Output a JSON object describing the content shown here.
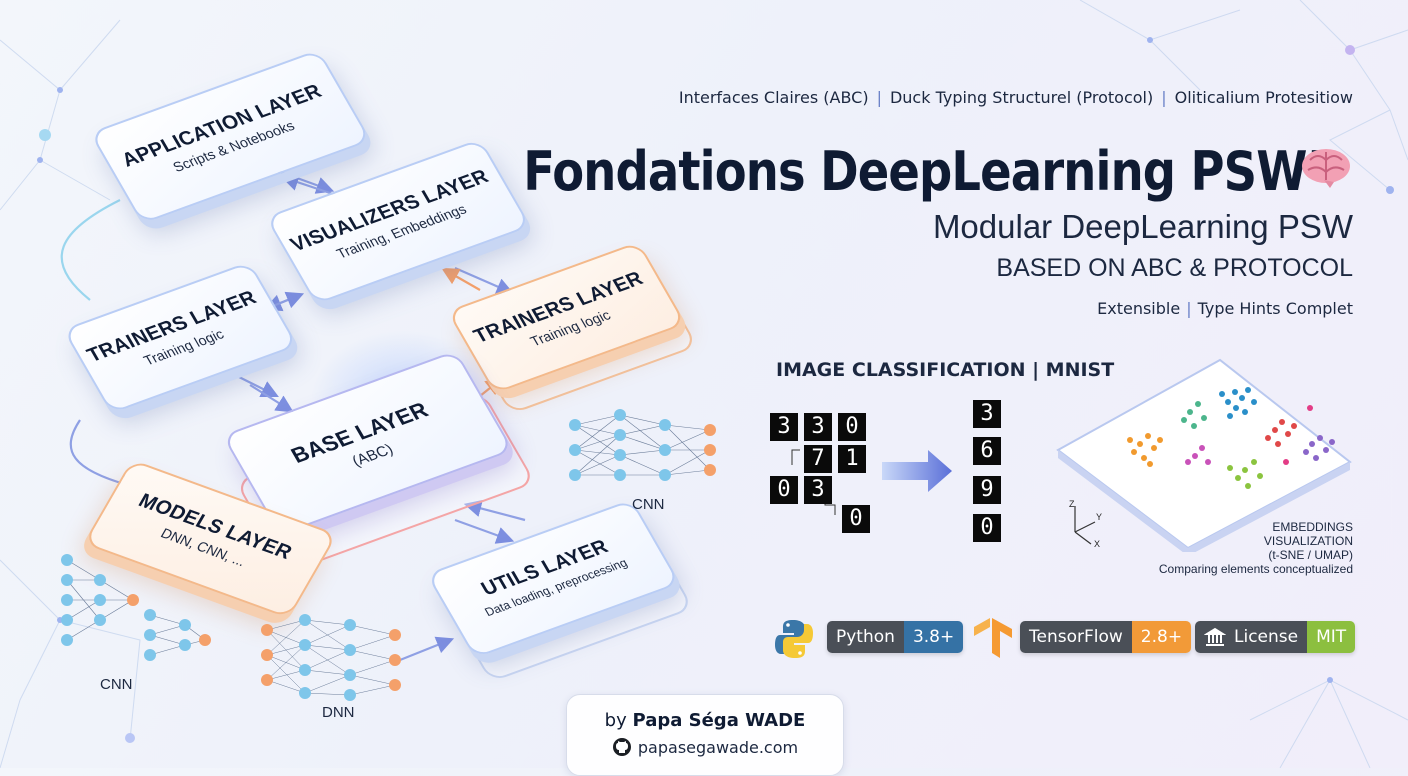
{
  "header": {
    "features_top": [
      "Interfaces Claires (ABC)",
      "Duck Typing Structurel (Protocol)",
      "Oliticalium Protesitiow"
    ],
    "title": "Fondations DeepLearning PSW’",
    "title_icon": "brain-icon",
    "subtitle": "Modular DeepLearning PSW",
    "subtitle2": "BASED ON ABC & PROTOCOL",
    "features_bottom": [
      "Extensible",
      "Type Hints Complet"
    ]
  },
  "layers": {
    "application": {
      "title": "APPLICATION LAYER",
      "sub": "Scripts & Notebooks"
    },
    "visualizers": {
      "title": "VISUALIZERS LAYER",
      "sub": "Training, Embeddings"
    },
    "trainers_left": {
      "title": "TRAINERS LAYER",
      "sub": "Training logic"
    },
    "trainers_right": {
      "title": "TRAINERS LAYER",
      "sub": "Training logic"
    },
    "base": {
      "title": "BASE LAYER",
      "sub": "(ABC)"
    },
    "models": {
      "title": "MODELS LAYER",
      "sub": "DNN, CNN, ..."
    },
    "utils": {
      "title": "UTILS LAYER",
      "sub": "Data loading, preprocessing"
    }
  },
  "network_labels": {
    "cnn_right": "CNN",
    "cnn_left": "CNN",
    "dnn": "DNN"
  },
  "classification": {
    "title": "IMAGE CLASSIFICATION | MNIST",
    "input_digits": [
      "3",
      "3",
      "0",
      "7",
      "1",
      "0",
      "3",
      "0"
    ],
    "output_digits": [
      "3",
      "6",
      "9",
      "0"
    ],
    "axes": {
      "z": "Z",
      "y": "Y",
      "x": "X"
    },
    "embeddings_caption": [
      "EMBEDDINGS",
      "VISUALIZATION",
      "(t-SNE / UMAP)",
      "Comparing elements conceptualized"
    ]
  },
  "badges": [
    {
      "icon": "python-icon",
      "label": "Python",
      "value": "3.8+",
      "color": "#3572a5"
    },
    {
      "icon": "tensorflow-icon",
      "label": "TensorFlow",
      "value": "2.8+",
      "color": "#f29a38"
    },
    {
      "icon": "license-icon",
      "label": "License",
      "value": "MIT",
      "color": "#8cbf3f"
    }
  ],
  "author": {
    "prefix": "by",
    "name": "Papa Séga WADE",
    "icon": "github-icon",
    "site": "papasegawade.com"
  },
  "colors": {
    "blue_accent": "#7d8fe0",
    "orange_accent": "#f4a06a",
    "dark_text": "#0f1b33"
  }
}
